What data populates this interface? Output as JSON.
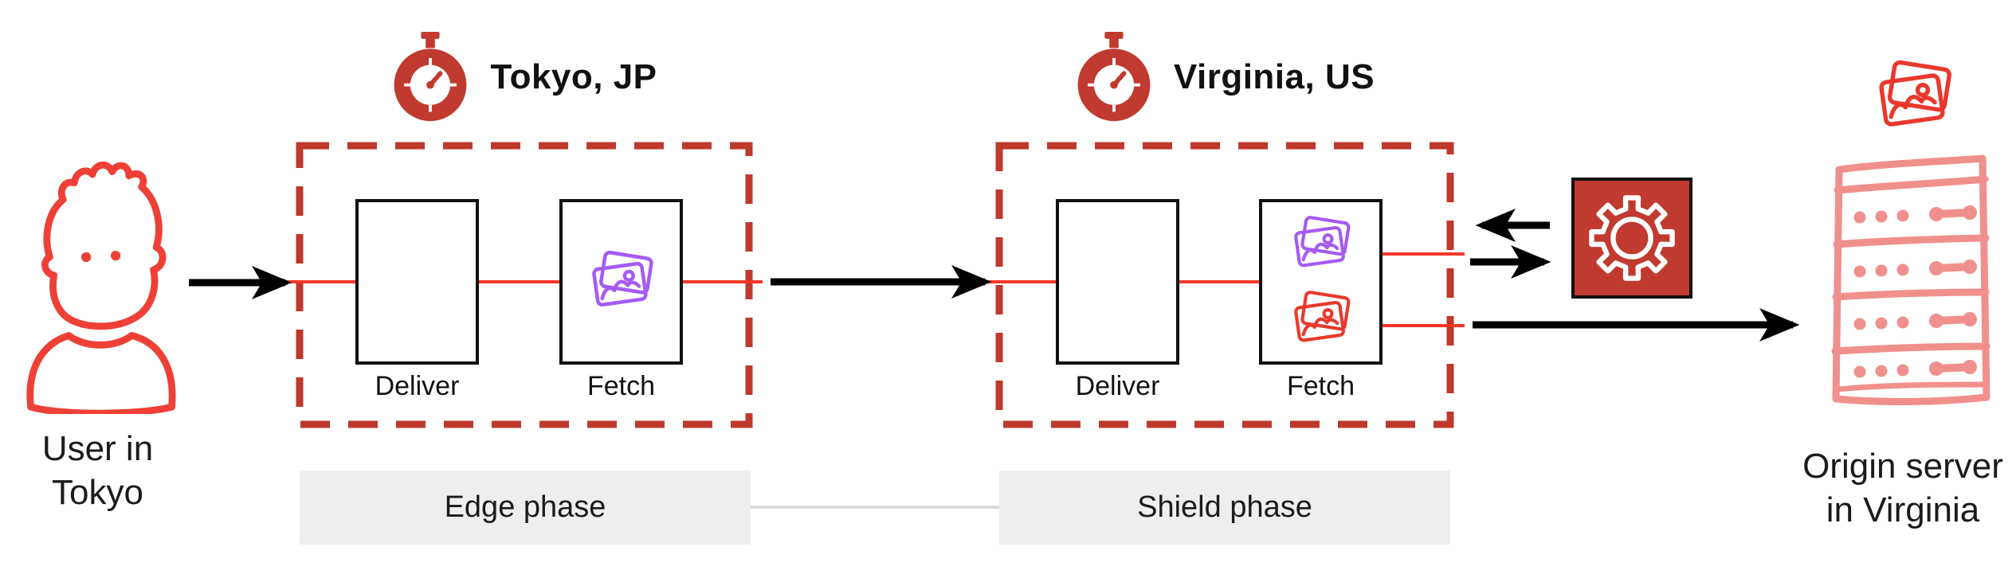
{
  "diagram": {
    "user": {
      "label_line1": "User in",
      "label_line2": "Tokyo",
      "icon": "user-sketch-icon"
    },
    "edge": {
      "title": "Tokyo, JP",
      "title_icon": "stopwatch-icon",
      "nodes": [
        {
          "label": "Deliver",
          "icon": null
        },
        {
          "label": "Fetch",
          "icon": "photo-stack-icon-purple"
        }
      ],
      "phase_label": "Edge phase"
    },
    "shield": {
      "title": "Virginia, US",
      "title_icon": "stopwatch-icon",
      "nodes": [
        {
          "label": "Deliver",
          "icon": null
        },
        {
          "label": "Fetch",
          "icons": [
            "photo-stack-icon-purple",
            "photo-stack-icon-red"
          ]
        }
      ],
      "phase_label": "Shield phase"
    },
    "processor": {
      "icon": "gear-icon"
    },
    "origin": {
      "label_line1": "Origin server",
      "label_line2": "in Virginia",
      "icons": [
        "photo-stack-icon-red",
        "server-rack-sketch-icon"
      ]
    },
    "colors": {
      "dashed_border": "#bf382c",
      "stopwatch_red": "#c13a2f",
      "gear_tile_red": "#c13a2f",
      "thin_line_red": "#f4372a",
      "purple_icon": "#a55bf2",
      "red_icon": "#e9382c",
      "salmon_sketch": "#f0908c",
      "user_sketch_red": "#ee4036",
      "phase_bar_bg": "#eeeeee",
      "phase_connector": "#d9d9d9",
      "arrow_black": "#000000"
    }
  }
}
